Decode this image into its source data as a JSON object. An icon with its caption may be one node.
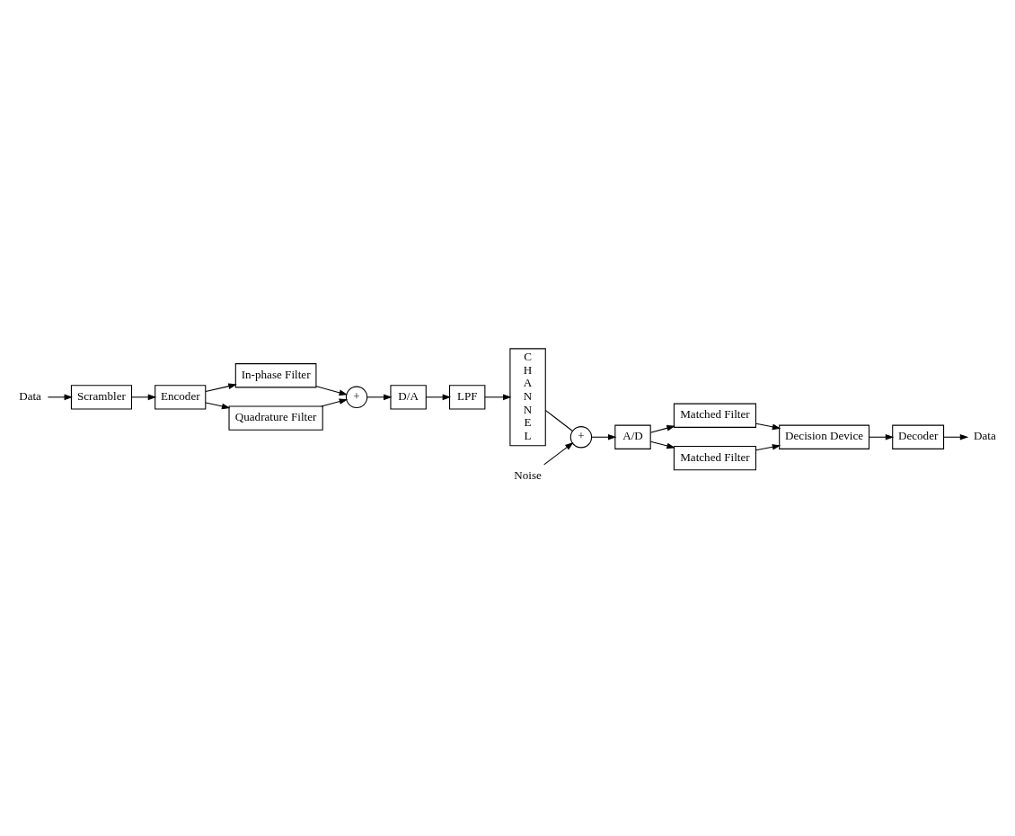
{
  "diagram": {
    "nodes": [
      {
        "text": [
          "Data"
        ]
      },
      {
        "text": [
          "Scrambler"
        ]
      },
      {
        "text": [
          "Encoder"
        ]
      },
      {
        "text": [
          "In-phase Filter"
        ]
      },
      {
        "text": [
          "Quadrature Filter"
        ]
      },
      {
        "text": [
          "+"
        ]
      },
      {
        "text": [
          "D/A"
        ]
      },
      {
        "text": [
          "LPF"
        ]
      },
      {
        "text": [
          "CHANNEL"
        ]
      },
      {
        "text": [
          "+"
        ]
      },
      {
        "text": [
          "Noise"
        ]
      },
      {
        "text": [
          "A/D"
        ]
      },
      {
        "text": [
          "Matched Filter"
        ]
      },
      {
        "text": [
          "Matched Filter"
        ]
      },
      {
        "text": [
          "Decision Device"
        ]
      },
      {
        "text": [
          "Decoder"
        ]
      },
      {
        "text": [
          "Data"
        ]
      }
    ],
    "edges": [
      {
        "from": 0,
        "to": 1,
        "arrow": "to"
      },
      {
        "from": 1,
        "to": 2,
        "arrow": "to"
      },
      {
        "from": 2,
        "to": 3,
        "arrow": "to"
      },
      {
        "from": 2,
        "to": 4,
        "arrow": "to"
      },
      {
        "from": 3,
        "to": 5,
        "arrow": "to"
      },
      {
        "from": 4,
        "to": 5,
        "arrow": "to"
      },
      {
        "from": 5,
        "to": 6,
        "arrow": "to"
      },
      {
        "from": 6,
        "to": 7,
        "arrow": "to"
      },
      {
        "from": 7,
        "to": 8,
        "arrow": "to"
      },
      {
        "from": 8,
        "to": 9,
        "arrow": "none"
      },
      {
        "from": 10,
        "to": 9,
        "arrow": "to"
      },
      {
        "from": 9,
        "to": 11,
        "arrow": "to"
      },
      {
        "from": 11,
        "to": 12,
        "arrow": "to"
      },
      {
        "from": 11,
        "to": 13,
        "arrow": "to"
      },
      {
        "from": 12,
        "to": 14,
        "arrow": "to"
      },
      {
        "from": 13,
        "to": 14,
        "arrow": "to"
      },
      {
        "from": 14,
        "to": 15,
        "arrow": "to"
      },
      {
        "from": 15,
        "to": 16,
        "arrow": "to"
      }
    ]
  }
}
